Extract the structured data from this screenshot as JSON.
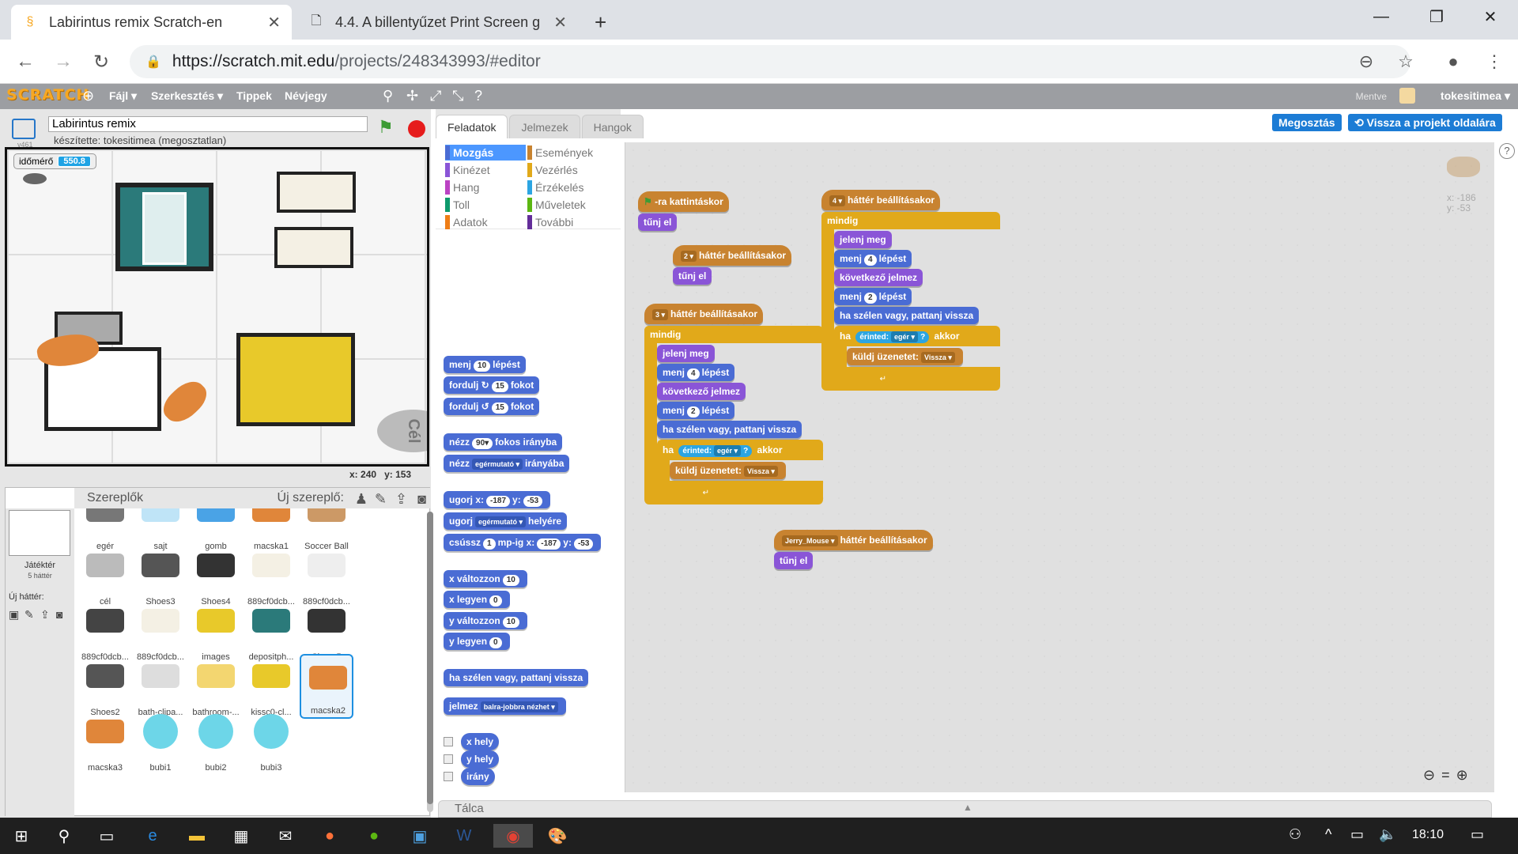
{
  "browser": {
    "tabs": [
      {
        "title": "Labirintus remix Scratch-en",
        "icon": "scratch-icon",
        "active": true
      },
      {
        "title": "4.4. A billentyűzet Print Screen g",
        "icon": "document-icon",
        "active": false
      }
    ],
    "new_tab": "+",
    "url_host": "https://scratch.mit.edu",
    "url_path": "/projects/248343993/#editor"
  },
  "menu": {
    "logo": "SCRATCH",
    "file": "Fájl ▾",
    "edit": "Szerkesztés ▾",
    "tips": "Tippek",
    "about": "Névjegy",
    "save_status": "Mentve",
    "username": "tokesitimea ▾"
  },
  "project": {
    "title": "Labirintus remix",
    "author": "készítette: tokesitimea (megosztatlan)",
    "version": "v461"
  },
  "stage": {
    "variable_name": "időmérő",
    "variable_value": "550.8",
    "goal_label": "Cél",
    "x_label": "x:",
    "x_value": "240",
    "y_label": "y:",
    "y_value": "153"
  },
  "sprites_panel": {
    "header": "Szereplők",
    "new_sprite": "Új szereplő:",
    "backdrop_label": "Játéktér",
    "backdrop_count": "5 háttér",
    "new_backdrop": "Új háttér:",
    "sprites": [
      {
        "label": "egér"
      },
      {
        "label": "sajt"
      },
      {
        "label": "gomb"
      },
      {
        "label": "macska1"
      },
      {
        "label": "Soccer Ball"
      },
      {
        "label": "cél"
      },
      {
        "label": "Shoes3"
      },
      {
        "label": "Shoes4"
      },
      {
        "label": "889cf0dcb..."
      },
      {
        "label": "889cf0dcb..."
      },
      {
        "label": "889cf0dcb..."
      },
      {
        "label": "889cf0dcb..."
      },
      {
        "label": "images"
      },
      {
        "label": "depositph..."
      },
      {
        "label": "Shoes5"
      },
      {
        "label": "Shoes2"
      },
      {
        "label": "bath-clipa..."
      },
      {
        "label": "bathroom-..."
      },
      {
        "label": "kissc0-cl..."
      },
      {
        "label": "macska2"
      },
      {
        "label": "macska3"
      },
      {
        "label": "bubi1"
      },
      {
        "label": "bubi2"
      },
      {
        "label": "bubi3"
      }
    ]
  },
  "palette": {
    "tabs": [
      "Feladatok",
      "Jelmezek",
      "Hangok"
    ],
    "categories": [
      {
        "label": "Mozgás",
        "color": "#4a6cd4"
      },
      {
        "label": "Kinézet",
        "color": "#8a55d7"
      },
      {
        "label": "Hang",
        "color": "#bb42c3"
      },
      {
        "label": "Toll",
        "color": "#0e9a6c"
      },
      {
        "label": "Adatok",
        "color": "#ee7d16"
      },
      {
        "label": "Események",
        "color": "#c88330"
      },
      {
        "label": "Vezérlés",
        "color": "#e1a91a"
      },
      {
        "label": "Érzékelés",
        "color": "#2ca5e2"
      },
      {
        "label": "Műveletek",
        "color": "#5cb712"
      },
      {
        "label": "További",
        "color": "#632d99"
      }
    ],
    "blocks": {
      "move": "menj",
      "move_n": "10",
      "move_steps": "lépést",
      "turn": "fordulj",
      "turn_n": "15",
      "turn_deg": "fokot",
      "point_dir": "nézz",
      "point_dir_n": "90▾",
      "point_dir_tail": "fokos irányba",
      "point_to": "nézz",
      "point_to_dd": "egérmutató ▾",
      "point_to_tail": "irányába",
      "goto_xy": "ugorj x:",
      "goto_x": "-187",
      "goto_y_label": "y:",
      "goto_y": "-53",
      "goto": "ugorj",
      "goto_dd": "egérmutató ▾",
      "goto_tail": "helyére",
      "glide": "csússz",
      "glide_n": "1",
      "glide_mid": "mp-ig x:",
      "glide_x": "-187",
      "glide_y_label": "y:",
      "glide_y": "-53",
      "change_x": "x változzon",
      "change_x_n": "10",
      "set_x": "x legyen",
      "set_x_n": "0",
      "change_y": "y változzon",
      "change_y_n": "10",
      "set_y": "y legyen",
      "set_y_n": "0",
      "bounce": "ha szélen vagy, pattanj vissza",
      "rot_style": "jelmez",
      "rot_style_dd": "balra-jobbra nézhet ▾",
      "x_pos": "x hely",
      "y_pos": "y hely",
      "direction": "irány"
    }
  },
  "scripts": {
    "s1_hat": "-ra kattintáskor",
    "s1_hide": "tűnj el",
    "s2_dd": "2 ▾",
    "s2_hat": "háttér beállításakor",
    "s2_hide": "tűnj el",
    "s3_dd": "3 ▾",
    "s3_hat": "háttér beállításakor",
    "s3_forever": "mindig",
    "s3_show": "jelenj meg",
    "s3_move": "menj",
    "s3_move_n": "4",
    "s3_move_t": "lépést",
    "s3_next": "következő jelmez",
    "s3_move2": "menj",
    "s3_move2_n": "2",
    "s3_move2_t": "lépést",
    "s3_bounce": "ha szélen vagy, pattanj vissza",
    "s3_if": "ha",
    "s3_touch": "érinted:",
    "s3_touch_dd": "egér ▾",
    "s3_q": "?",
    "s3_then": "akkor",
    "s3_bcast": "küldj üzenetet:",
    "s3_bcast_dd": "Vissza ▾",
    "s4_dd": "4 ▾",
    "s4_hat": "háttér beállításakor",
    "s4_forever": "mindig",
    "s4_show": "jelenj meg",
    "s4_move": "menj",
    "s4_move_n": "4",
    "s4_move_t": "lépést",
    "s4_next": "következő jelmez",
    "s4_move2": "menj",
    "s4_move2_n": "2",
    "s4_move2_t": "lépést",
    "s4_bounce": "ha szélen vagy, pattanj vissza",
    "s4_if": "ha",
    "s4_touch": "érinted:",
    "s4_touch_dd": "egér ▾",
    "s4_q": "?",
    "s4_then": "akkor",
    "s4_bcast": "küldj üzenetet:",
    "s4_bcast_dd": "Vissza ▾",
    "s5_dd": "Jerry_Mouse ▾",
    "s5_hat": "háttér beállításakor",
    "s5_hide": "tűnj el",
    "share": "Megosztás",
    "project_page": "Vissza a projekt oldalára",
    "sprite_x": "x: -186",
    "sprite_y": "y: -53",
    "tray": "Tálca"
  },
  "taskbar": {
    "clock": "18:10"
  }
}
